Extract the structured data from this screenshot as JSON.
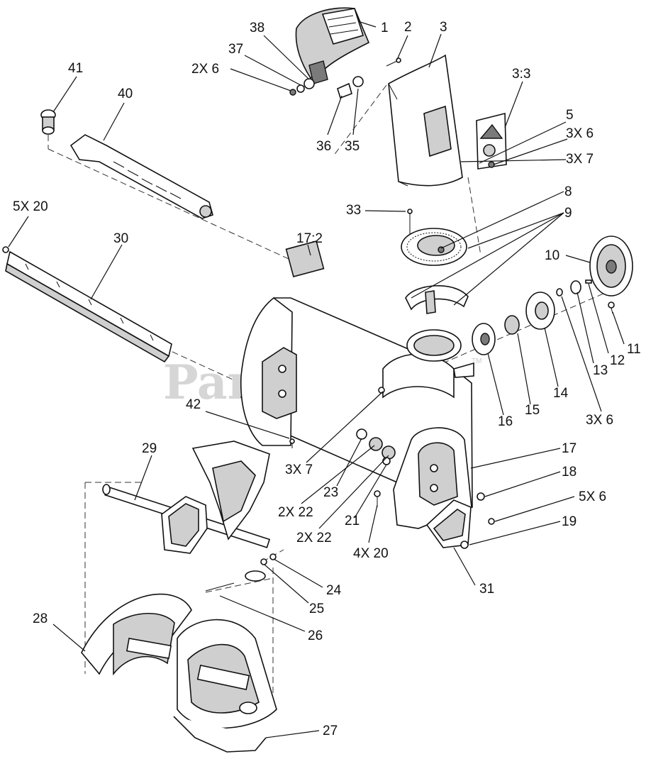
{
  "watermark": {
    "text": "PartsTree",
    "tm": "TM"
  },
  "callouts": [
    {
      "id": "c1",
      "text": "1"
    },
    {
      "id": "c2",
      "text": "2"
    },
    {
      "id": "c3",
      "text": "3"
    },
    {
      "id": "c33b",
      "text": "3:3"
    },
    {
      "id": "c38",
      "text": "38"
    },
    {
      "id": "c37",
      "text": "37"
    },
    {
      "id": "c2x6",
      "text": "2X 6"
    },
    {
      "id": "c36",
      "text": "36"
    },
    {
      "id": "c35",
      "text": "35"
    },
    {
      "id": "c41",
      "text": "41"
    },
    {
      "id": "c40",
      "text": "40"
    },
    {
      "id": "c5",
      "text": "5"
    },
    {
      "id": "c3x6a",
      "text": "3X 6"
    },
    {
      "id": "c3x7a",
      "text": "3X 7"
    },
    {
      "id": "c8",
      "text": "8"
    },
    {
      "id": "c9",
      "text": "9"
    },
    {
      "id": "c33",
      "text": "33"
    },
    {
      "id": "c5x20",
      "text": "5X 20"
    },
    {
      "id": "c30",
      "text": "30"
    },
    {
      "id": "c172",
      "text": "17:2"
    },
    {
      "id": "c10",
      "text": "10"
    },
    {
      "id": "c11",
      "text": "11"
    },
    {
      "id": "c12",
      "text": "12"
    },
    {
      "id": "c13",
      "text": "13"
    },
    {
      "id": "c14",
      "text": "14"
    },
    {
      "id": "c15",
      "text": "15"
    },
    {
      "id": "c16",
      "text": "16"
    },
    {
      "id": "c3x6b",
      "text": "3X 6"
    },
    {
      "id": "c42",
      "text": "42"
    },
    {
      "id": "c17",
      "text": "17"
    },
    {
      "id": "c18",
      "text": "18"
    },
    {
      "id": "c5x6",
      "text": "5X 6"
    },
    {
      "id": "c19",
      "text": "19"
    },
    {
      "id": "c29",
      "text": "29"
    },
    {
      "id": "c3x7b",
      "text": "3X 7"
    },
    {
      "id": "c23",
      "text": "23"
    },
    {
      "id": "c2x22a",
      "text": "2X 22"
    },
    {
      "id": "c2x22b",
      "text": "2X 22"
    },
    {
      "id": "c21",
      "text": "21"
    },
    {
      "id": "c4x20",
      "text": "4X 20"
    },
    {
      "id": "c31",
      "text": "31"
    },
    {
      "id": "c24",
      "text": "24"
    },
    {
      "id": "c25",
      "text": "25"
    },
    {
      "id": "c26",
      "text": "26"
    },
    {
      "id": "c28",
      "text": "28"
    },
    {
      "id": "c27",
      "text": "27"
    }
  ]
}
